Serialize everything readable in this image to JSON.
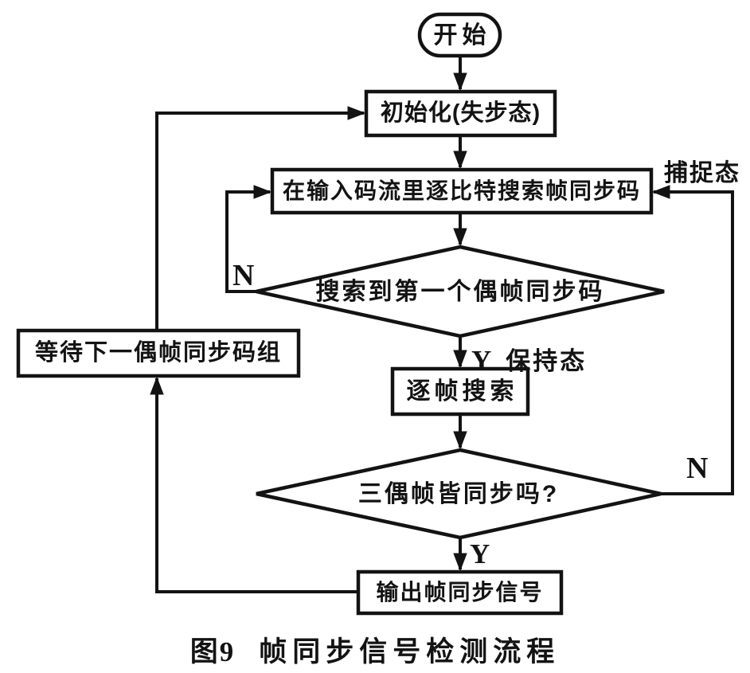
{
  "figure": {
    "number": "图9",
    "title": "帧同步信号检测流程"
  },
  "flowchart": {
    "colors": {
      "stroke": "#131313",
      "background": "#ffffff"
    },
    "nodes": {
      "start": {
        "type": "terminator",
        "label": "开始"
      },
      "init": {
        "type": "process",
        "label": "初始化(失步态)"
      },
      "bit_search": {
        "type": "process",
        "label": "在输入码流里逐比特搜索帧同步码"
      },
      "found_first": {
        "type": "decision",
        "label": "搜索到第一个偶帧同步码"
      },
      "wait_next": {
        "type": "process",
        "label": "等待下一偶帧同步码组"
      },
      "frame_search": {
        "type": "process",
        "label": "逐帧搜索"
      },
      "three_sync": {
        "type": "decision",
        "label": "三偶帧皆同步吗?"
      },
      "output": {
        "type": "process",
        "label": "输出帧同步信号"
      }
    },
    "branch_labels": {
      "n1": "N",
      "y1": "Y",
      "hold_state": "保持态",
      "capture_state": "捕捉态",
      "n2": "N",
      "y2": "Y"
    }
  }
}
